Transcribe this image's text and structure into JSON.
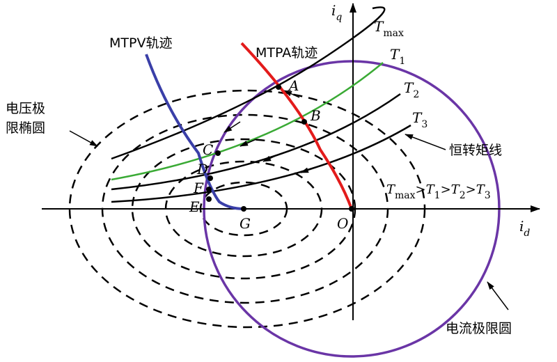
{
  "axes": {
    "x_main": "i",
    "x_sub": "d",
    "y_main": "i",
    "y_sub": "q"
  },
  "curves": {
    "mtpv_label": "MTPV轨迹",
    "mtpa_label": "MTPA轨迹",
    "voltage_limit_line1": "电压极",
    "voltage_limit_line2": "限椭圆",
    "current_limit_label": "电流极限圆",
    "torque_line_label": "恒转矩线"
  },
  "torques": {
    "tmax_main": "T",
    "tmax_sub": "max",
    "t1_main": "T",
    "t1_sub": "1",
    "t2_main": "T",
    "t2_sub": "2",
    "t3_main": "T",
    "t3_sub": "3"
  },
  "relation": {
    "t": "T",
    "max": "max",
    "gt": ">",
    "one": "1",
    "two": "2",
    "three": "3"
  },
  "points": {
    "A": "A",
    "B": "B",
    "C": "C",
    "D": "D",
    "E": "E",
    "F": "F",
    "G": "G",
    "O": "O"
  },
  "colors": {
    "mtpv": "#3a3fa8",
    "mtpa": "#e31b1b",
    "t1": "#3aaa35",
    "current_circle": "#6a35a6"
  }
}
